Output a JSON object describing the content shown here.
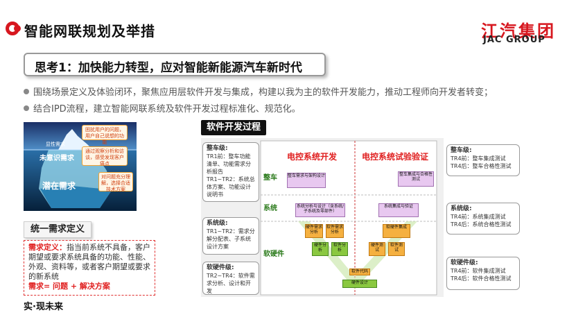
{
  "header": {
    "title": "智能网联规划及举措",
    "brand_cn": "江汽集团",
    "brand_en": "JAC GROUP"
  },
  "think": {
    "text": "思考1：加快能力转型，应对智能新能源汽车新时代"
  },
  "bullets": [
    "围绕场景定义及体验闭环，聚焦应用层软件开发与集成，构建以我为主的软件开发能力，推动工程师向开发者转变；",
    "结合IPD流程，建立智能网联系统及软件开发过程标准化、规范化。"
  ],
  "iceberg": {
    "layers": [
      "显性需求",
      "未意识需求",
      "潜在需求"
    ],
    "callouts": [
      "困扰用户的问题，用户自己说想的功能",
      "通过观察分析和访谈，感受发现客户痛点",
      "对问题充分理解，选择合适技术方案"
    ]
  },
  "unified": {
    "label": "统一需求定义",
    "def_label": "需求定义：",
    "def_text": "指当前系统不具备，客户期望或要求系统具备的功能、性能、外观、资料等，或者客户期望或要求的新系统",
    "formula_label": "需求",
    "formula_text": "= 问题 + 解决方案"
  },
  "footer": "实·现未来",
  "process": {
    "title": "软件开发过程",
    "col_left": "电控系统开发",
    "col_right": "电控系统试验验证",
    "levels": [
      "整车",
      "系统",
      "软硬件"
    ],
    "left_boxes": [
      {
        "head": "整车级:",
        "items": [
          "TR1前：整车功能清单、功能需求分析报告",
          "TR1~TR2：系统总体方案、功能设计说明书"
        ]
      },
      {
        "head": "系统级:",
        "items": [
          "TR1~TR2：需求分解分配表、子系统设计方案"
        ]
      },
      {
        "head": "软硬件级:",
        "items": [
          "TR2~TR4：软件需求分析、设计和开发"
        ]
      }
    ],
    "right_boxes": [
      {
        "head": "整车级:",
        "items": [
          "TR4前：整车集成测试",
          "TR4后：整车合格性测试"
        ]
      },
      {
        "head": "系统级:",
        "items": [
          "TR4前：系统集成测试",
          "TR4后：系统合格性测试"
        ]
      },
      {
        "head": "软硬件级:",
        "items": [
          "TR4前：软件集成测试",
          "TR4后：软件合格性测试"
        ]
      }
    ],
    "v_left": [
      "整车需求与架构设计",
      "系统分析与设计（含系统/子系统及零部件）",
      "硬件需求分析",
      "软件需求分析",
      "硬件分析",
      "软件分析"
    ],
    "v_right": [
      "整车集成与合格性测试",
      "系统集成与验证",
      "软硬件集成",
      "硬件测试",
      "软件测试"
    ],
    "v_bottom": [
      "软件代码",
      "硬件设计"
    ]
  },
  "colors": {
    "accent": "#d7171f",
    "green_level": "#2a7a1a",
    "purple": "#e8c8f0",
    "orange": "#f5b040",
    "green": "#8ac840"
  }
}
